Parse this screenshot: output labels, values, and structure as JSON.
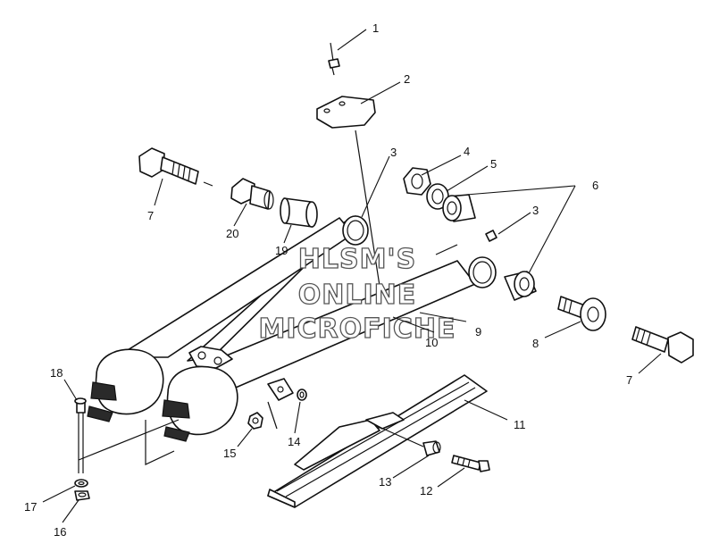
{
  "watermark": [
    "HLSM'S",
    "ONLINE",
    "MICROFICHE"
  ],
  "callouts": {
    "c1": "1",
    "c2": "2",
    "c3a": "3",
    "c3b": "3",
    "c4": "4",
    "c5": "5",
    "c6": "6",
    "c7a": "7",
    "c7b": "7",
    "c8": "8",
    "c9": "9",
    "c10": "10",
    "c11": "11",
    "c12": "12",
    "c13": "13",
    "c14": "14",
    "c15": "15",
    "c16": "16",
    "c17": "17",
    "c18": "18",
    "c19": "19",
    "c20": "20"
  }
}
